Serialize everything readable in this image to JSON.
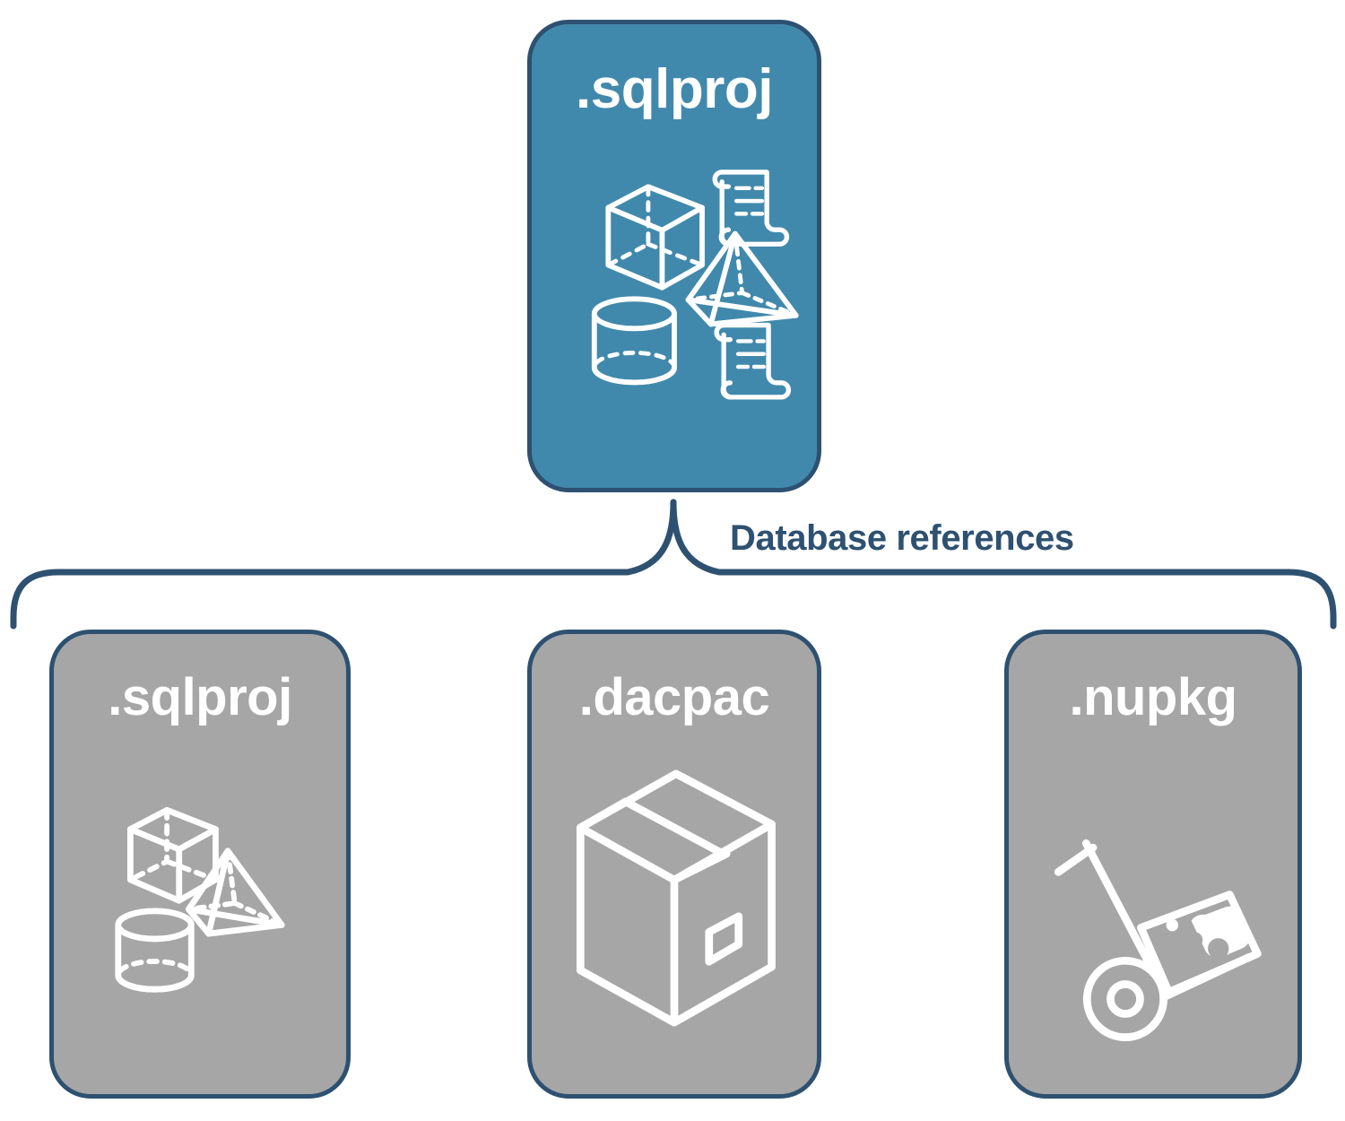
{
  "diagram": {
    "title_text": "Database references",
    "colors": {
      "primary_card": "#4189ac",
      "secondary_card": "#a6a6a6",
      "stroke": "#2e5171",
      "icon": "#ffffff",
      "background": "#ffffff"
    },
    "root_node": {
      "label": ".sqlproj",
      "style": "primary",
      "icons": [
        "cube-icon",
        "scroll-icon",
        "pyramid-icon",
        "cylinder-icon",
        "scroll-icon"
      ]
    },
    "connector": {
      "label": "Database references",
      "type": "curly-bracket"
    },
    "child_nodes": [
      {
        "label": ".sqlproj",
        "style": "secondary",
        "icons": [
          "cube-icon",
          "pyramid-icon",
          "cylinder-icon"
        ]
      },
      {
        "label": ".dacpac",
        "style": "secondary",
        "icons": [
          "package-box-icon"
        ]
      },
      {
        "label": ".nupkg",
        "style": "secondary",
        "icons": [
          "hand-truck-icon"
        ]
      }
    ]
  }
}
